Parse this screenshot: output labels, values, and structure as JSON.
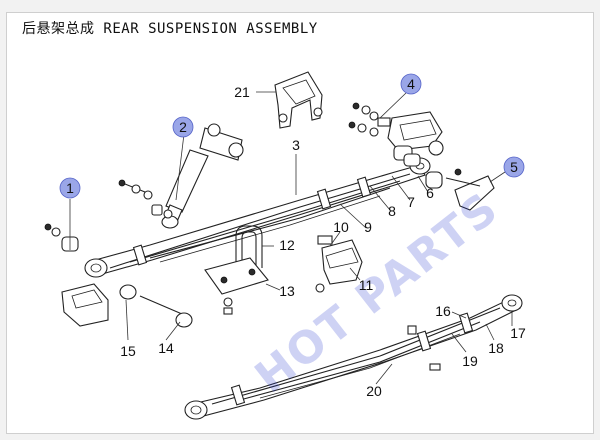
{
  "title": "后悬架总成 REAR SUSPENSION ASSEMBLY",
  "watermark": "HOT PARTS",
  "colors": {
    "badge": "#9aa6e8",
    "badge_stroke": "#5563c8",
    "watermark": "#2233cc",
    "ink": "#222222"
  },
  "callouts": [
    {
      "id": "c1",
      "num": "1",
      "badge": true
    },
    {
      "id": "c2",
      "num": "2",
      "badge": true
    },
    {
      "id": "c3",
      "num": "3",
      "badge": false
    },
    {
      "id": "c4",
      "num": "4",
      "badge": true
    },
    {
      "id": "c5",
      "num": "5",
      "badge": true
    },
    {
      "id": "c6",
      "num": "6",
      "badge": false
    },
    {
      "id": "c7",
      "num": "7",
      "badge": false
    },
    {
      "id": "c8",
      "num": "8",
      "badge": false
    },
    {
      "id": "c9",
      "num": "9",
      "badge": false
    },
    {
      "id": "c10",
      "num": "10",
      "badge": false
    },
    {
      "id": "c11",
      "num": "11",
      "badge": false
    },
    {
      "id": "c12",
      "num": "12",
      "badge": false
    },
    {
      "id": "c13",
      "num": "13",
      "badge": false
    },
    {
      "id": "c14",
      "num": "14",
      "badge": false
    },
    {
      "id": "c15",
      "num": "15",
      "badge": false
    },
    {
      "id": "c16",
      "num": "16",
      "badge": false
    },
    {
      "id": "c17",
      "num": "17",
      "badge": false
    },
    {
      "id": "c18",
      "num": "18",
      "badge": false
    },
    {
      "id": "c19",
      "num": "19",
      "badge": false
    },
    {
      "id": "c20",
      "num": "20",
      "badge": false
    },
    {
      "id": "c21",
      "num": "21",
      "badge": false
    }
  ]
}
